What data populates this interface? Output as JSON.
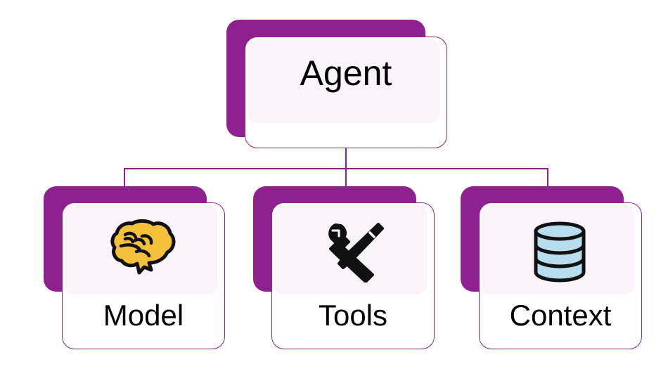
{
  "diagram": {
    "title": "Agent",
    "type": "hierarchy-tree",
    "root": {
      "id": "agent",
      "label": "Agent",
      "icon": null
    },
    "children": [
      {
        "id": "model",
        "label": "Model",
        "icon": "brain-icon",
        "icon_color": "#F5C03A"
      },
      {
        "id": "tools",
        "label": "Tools",
        "icon": "hammer-and-wrench-icon",
        "icon_color": "#000000"
      },
      {
        "id": "context",
        "label": "Context",
        "icon": "database-icon",
        "icon_color": "#B7DDEF"
      }
    ],
    "colors": {
      "accent_purple": "#8E218F",
      "card_inner": "#FAF3FA",
      "card_front": "#FFFFFF",
      "background": "#FFFFFF",
      "text": "#000000"
    }
  }
}
